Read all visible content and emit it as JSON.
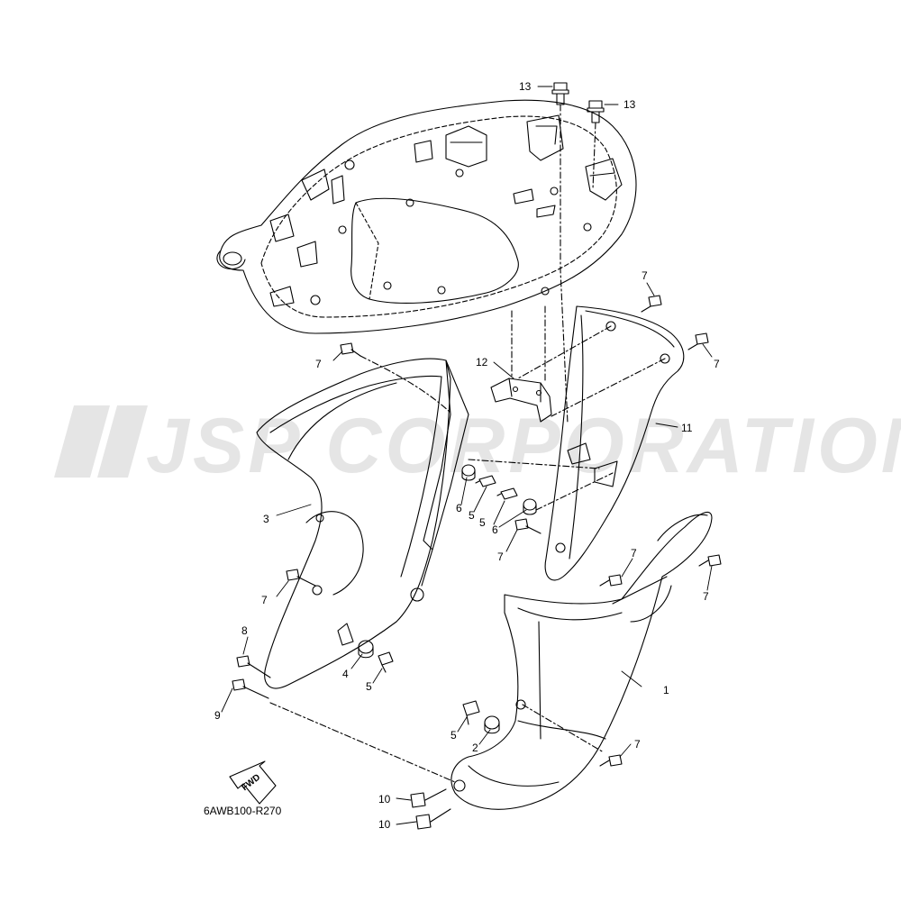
{
  "watermark": {
    "text": "JSP CORPORATION"
  },
  "caption": "6AWB100-R270",
  "fwd_label": "FWD",
  "callouts": {
    "c13a": "13",
    "c13b": "13",
    "c7a": "7",
    "c7b": "7",
    "c7c": "7",
    "c7d": "7",
    "c7e": "7",
    "c7f": "7",
    "c7g": "7",
    "c7h": "7",
    "c12": "12",
    "c11": "11",
    "c3": "3",
    "c1": "1",
    "c6a": "6",
    "c6b": "6",
    "c5a": "5",
    "c5b": "5",
    "c5c": "5",
    "c5d": "5",
    "c4": "4",
    "c8": "8",
    "c9": "9",
    "c2": "2",
    "c10a": "10",
    "c10b": "10"
  }
}
